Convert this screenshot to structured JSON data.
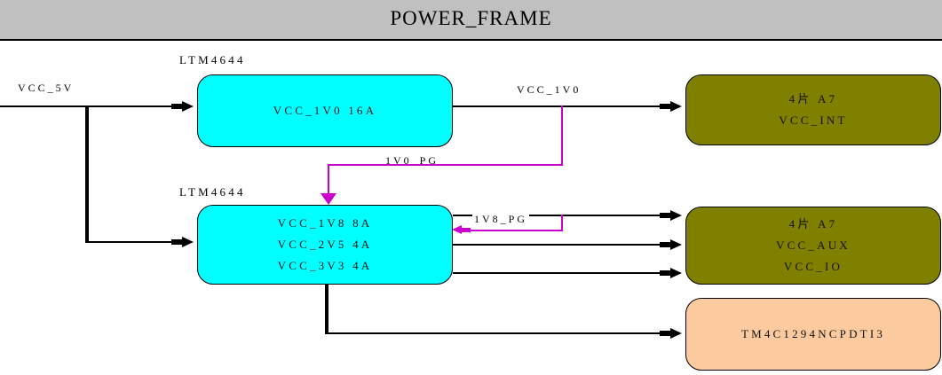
{
  "header": {
    "title": "POWER_FRAME",
    "background_color": "#c0c0c0"
  },
  "colors": {
    "regulator_fill": "#00ffff",
    "load_fill": "#808000",
    "mcu_fill": "#fbca9e",
    "wire": "#000000",
    "power_good_signal": "#cc00cc",
    "canvas": "#ffffff"
  },
  "regulators": [
    {
      "refdes": "LTM4644",
      "rails": [
        "VCC_1V0   16A"
      ]
    },
    {
      "refdes": "LTM4644",
      "rails": [
        "VCC_1V8   8A",
        "VCC_2V5   4A",
        "VCC_3V3   4A"
      ]
    }
  ],
  "loads": [
    {
      "lines": [
        "4片 A7",
        "VCC_INT"
      ]
    },
    {
      "lines": [
        "4片 A7",
        "VCC_AUX",
        "VCC_IO"
      ]
    },
    {
      "lines": [
        "TM4C1294NCPDTI3"
      ]
    }
  ],
  "nets": {
    "input_rail": "VCC_5V",
    "output_rail": "VCC_1V0",
    "power_good_1v0": "1V0_PG",
    "power_good_1v8": "1V8_PG"
  }
}
